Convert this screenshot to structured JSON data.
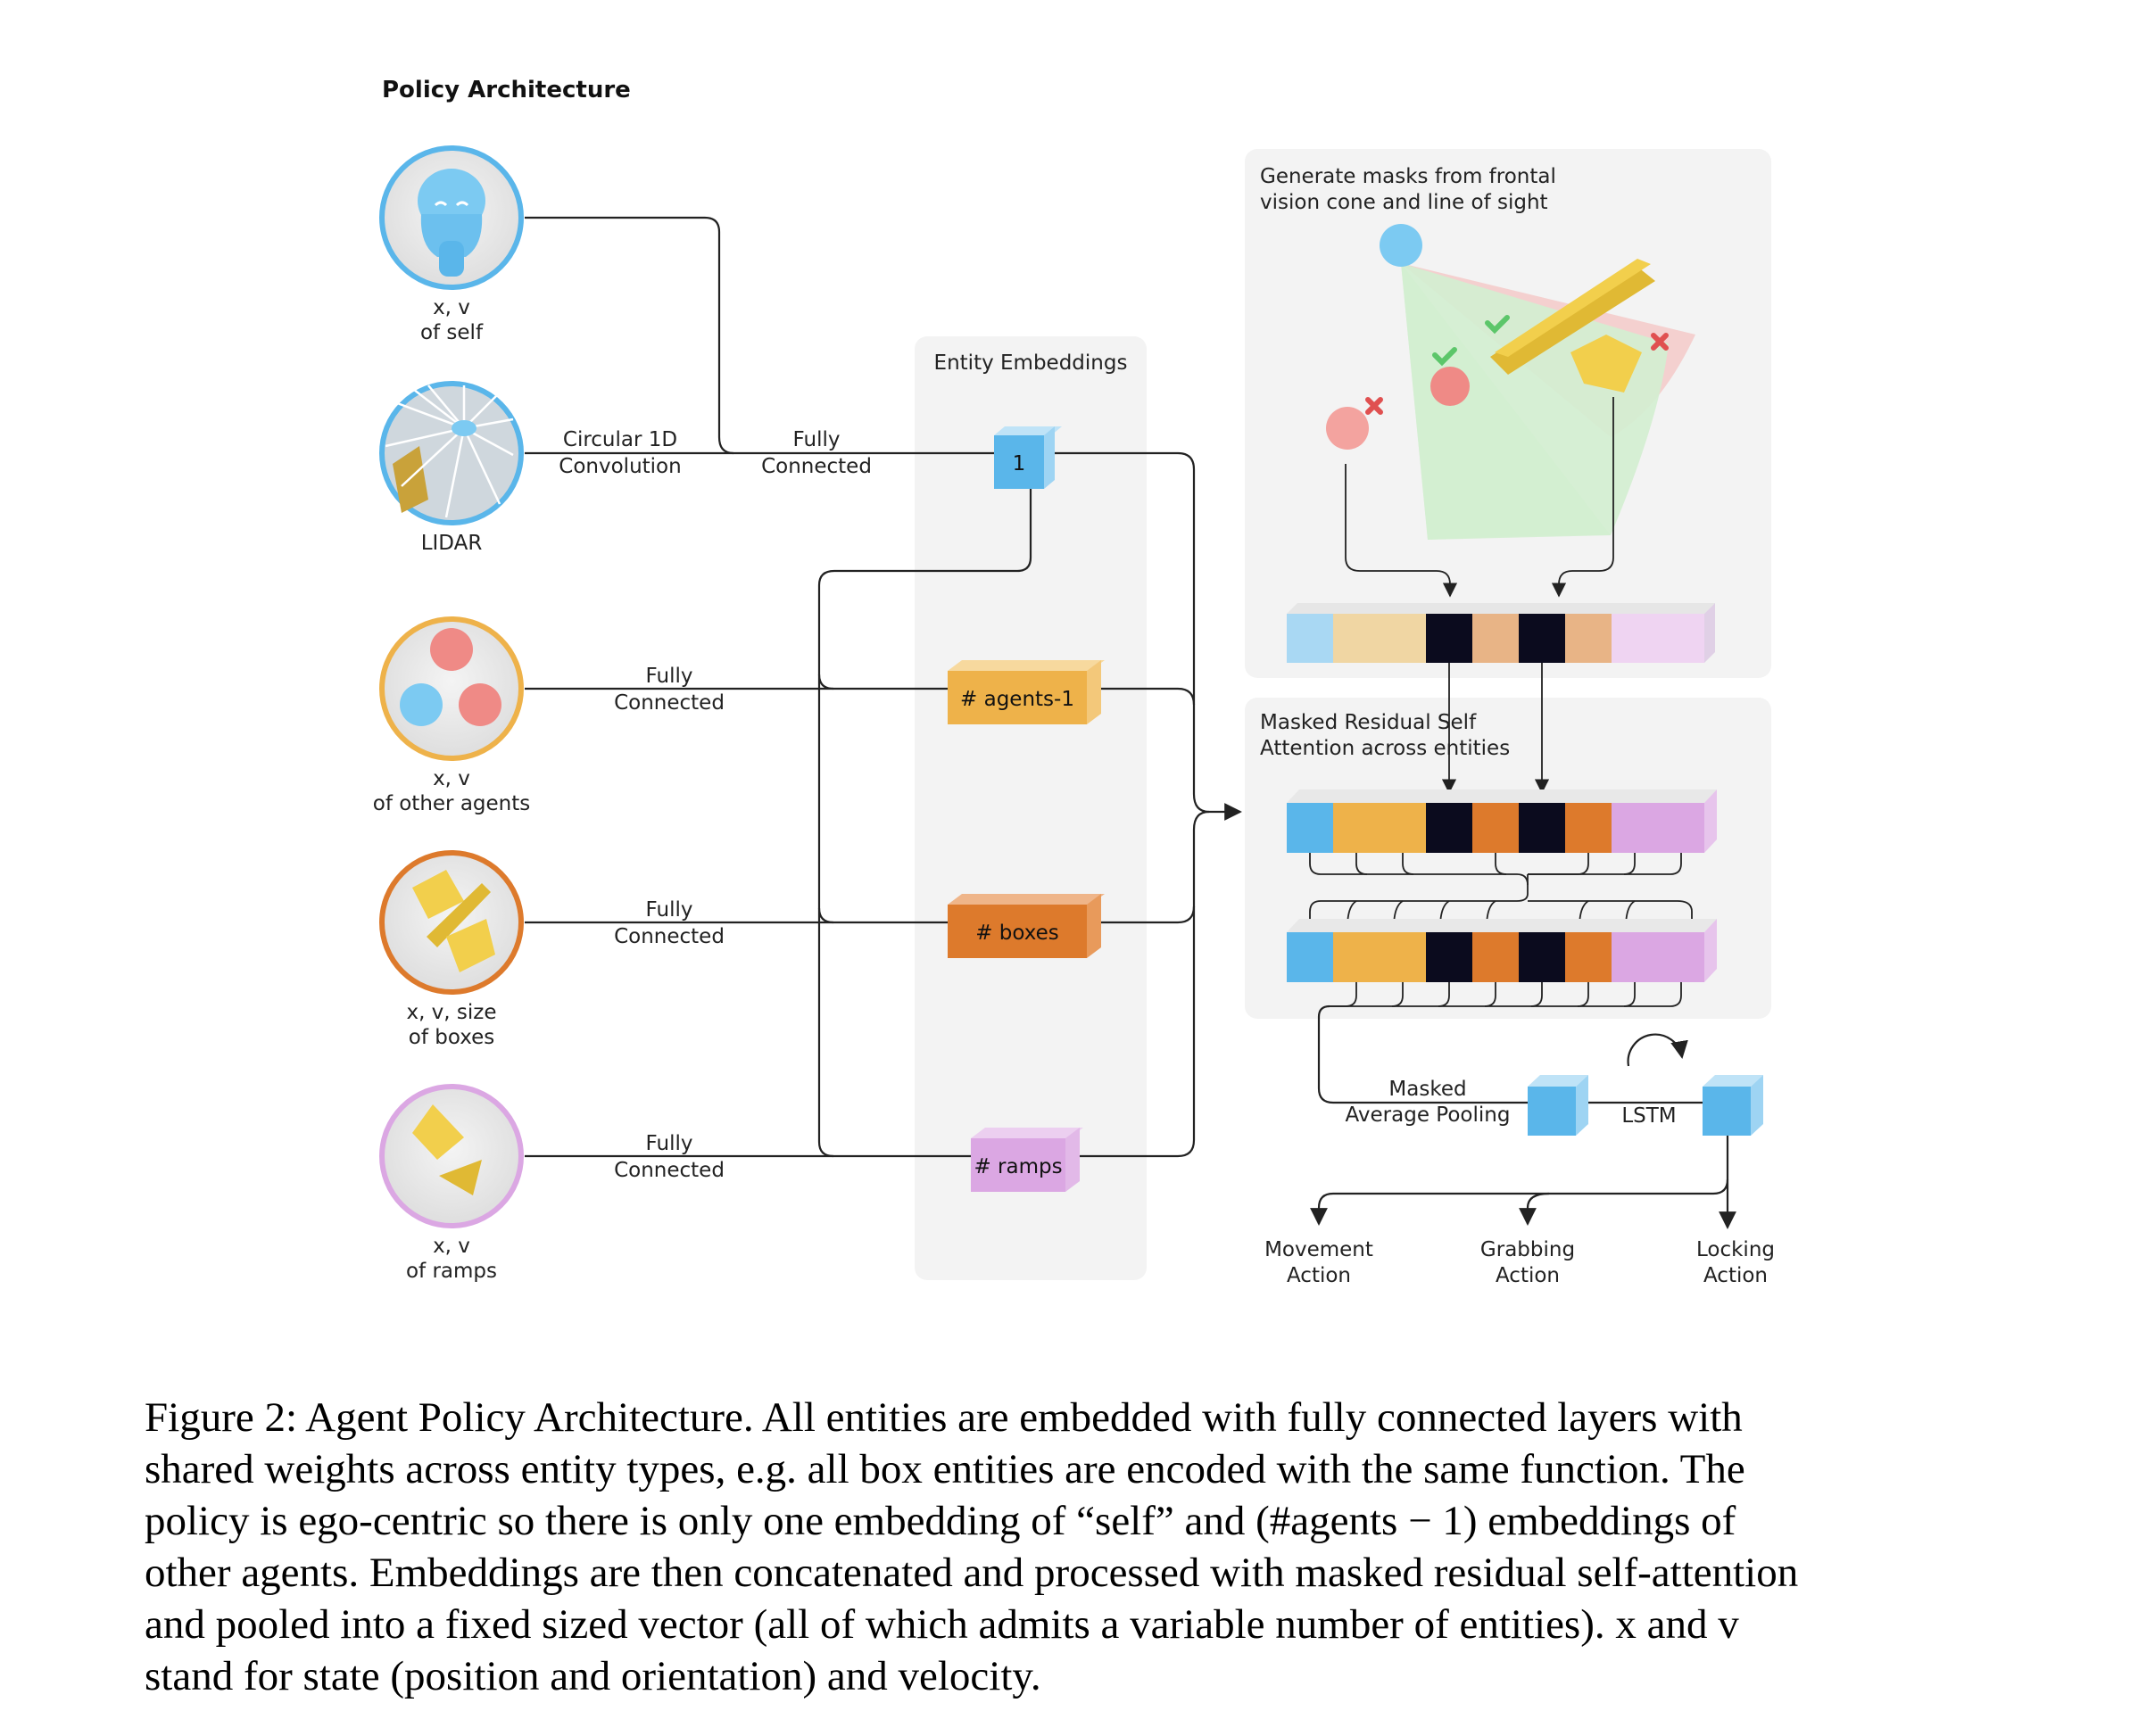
{
  "title": "Policy Architecture",
  "inputs": {
    "self": {
      "line1": "x, v",
      "line2": "of self"
    },
    "lidar": {
      "line1": "LIDAR"
    },
    "agents": {
      "line1": "x, v",
      "line2": "of other agents"
    },
    "boxes": {
      "line1": "x, v, size",
      "line2": "of boxes"
    },
    "ramps": {
      "line1": "x, v",
      "line2": "of ramps"
    }
  },
  "layers": {
    "conv": {
      "line1": "Circular 1D",
      "line2": "Convolution"
    },
    "fc_self": {
      "line1": "Fully",
      "line2": "Connected"
    },
    "fc_agents": {
      "line1": "Fully",
      "line2": "Connected"
    },
    "fc_boxes": {
      "line1": "Fully",
      "line2": "Connected"
    },
    "fc_ramps": {
      "line1": "Fully",
      "line2": "Connected"
    }
  },
  "embeddings": {
    "panel_title": "Entity Embeddings",
    "self_label": "1",
    "agents_label": "# agents-1",
    "boxes_label": "# boxes",
    "ramps_label": "# ramps"
  },
  "mask_panel": {
    "line1": "Generate masks from frontal",
    "line2": "vision cone and line of sight"
  },
  "attention_panel": {
    "line1": "Masked Residual Self",
    "line2": "Attention across entities"
  },
  "pooling": {
    "line1": "Masked",
    "line2": "Average Pooling"
  },
  "lstm": "LSTM",
  "actions": {
    "movement": {
      "line1": "Movement",
      "line2": "Action"
    },
    "grabbing": {
      "line1": "Grabbing",
      "line2": "Action"
    },
    "locking": {
      "line1": "Locking",
      "line2": "Action"
    }
  },
  "colors": {
    "self_blue": "#5ab6ea",
    "agent_orange": "#eeb24a",
    "box_orange": "#dd7a2c",
    "ramp_pink": "#dba7e3",
    "masked": "#0b0b1e",
    "agent_red": "#ef8a86"
  },
  "caption": {
    "line1": "Figure 2:  Agent Policy Architecture.  All entities are embedded with fully connected layers with",
    "line2": "shared weights across entity types, e.g.  all box entities are encoded with the same function.  The",
    "line3": "policy is ego-centric so there is only one embedding of “self” and (#agents − 1) embeddings of",
    "line4": "other agents. Embeddings are then concatenated and processed with masked residual self-attention",
    "line5": "and pooled into a fixed sized vector (all of which admits a variable number of entities).  x and v",
    "line6": "stand for state (position and orientation) and velocity."
  }
}
